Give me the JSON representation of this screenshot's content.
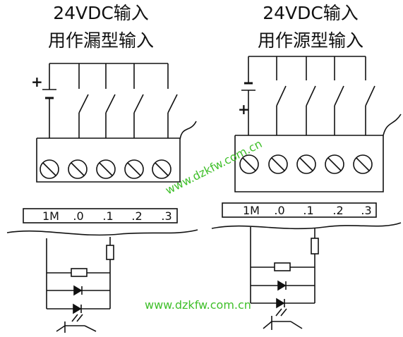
{
  "left_panel": {
    "title_line1": "24VDC输入",
    "title_line2": "用作漏型输入",
    "battery_sign": "+",
    "terminals": [
      "1M",
      ".0",
      ".1",
      ".2",
      ".3"
    ]
  },
  "right_panel": {
    "title_line1": "24VDC输入",
    "title_line2": "用作源型输入",
    "battery_sign": "+",
    "terminals": [
      "1M",
      ".0",
      ".1",
      ".2",
      ".3"
    ]
  },
  "watermarks": {
    "diagonal": "www.dzkfw.com.cn",
    "bottom": "www.dzkfw.com.cn"
  },
  "colors": {
    "line": "#111111",
    "watermark": "#3fbf2a",
    "background": "#ffffff"
  }
}
